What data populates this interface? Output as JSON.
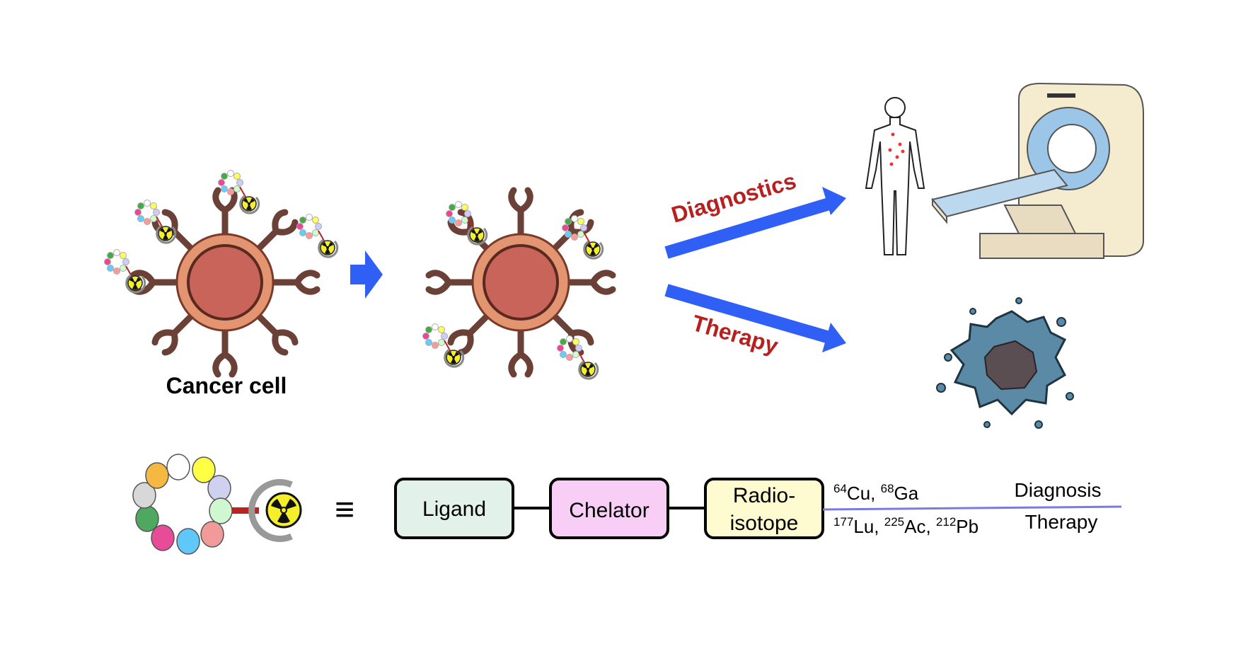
{
  "labels": {
    "cancer_cell": "Cancer cell",
    "diagnostics": "Diagnostics",
    "therapy_arrow": "Therapy",
    "equivalent_symbol": "≡"
  },
  "components": [
    {
      "label": "Ligand",
      "fill": "#e2f2ea"
    },
    {
      "label_line1": "Chelator",
      "fill": "#f8cdf6"
    },
    {
      "label_line1": "Radio-",
      "label_line2": "isotope",
      "fill": "#fdfbcf"
    }
  ],
  "isotopes": {
    "diagnosis": [
      {
        "mass": "64",
        "element": "Cu",
        "sep": ", "
      },
      {
        "mass": "68",
        "element": "Ga",
        "sep": ""
      }
    ],
    "therapy": [
      {
        "mass": "177",
        "element": "Lu",
        "sep": ", "
      },
      {
        "mass": "225",
        "element": "Ac",
        "sep": ", "
      },
      {
        "mass": "212",
        "element": "Pb",
        "sep": ""
      }
    ],
    "diagnosis_label": "Diagnosis",
    "therapy_label": "Therapy"
  },
  "colors": {
    "arrow_blue": "#2f5ff5",
    "label_red": "#b82020",
    "cell_membrane": "#e39470",
    "cell_nucleus": "#c9645a",
    "receptor": "#6b4036",
    "divider_line": "#7b7be0",
    "tumor": "#5a8aa6"
  },
  "icons": [
    "radiation-icon",
    "human-body-icon",
    "ct-scanner-icon",
    "destroyed-tumor-icon",
    "peptide-ring-icon"
  ]
}
